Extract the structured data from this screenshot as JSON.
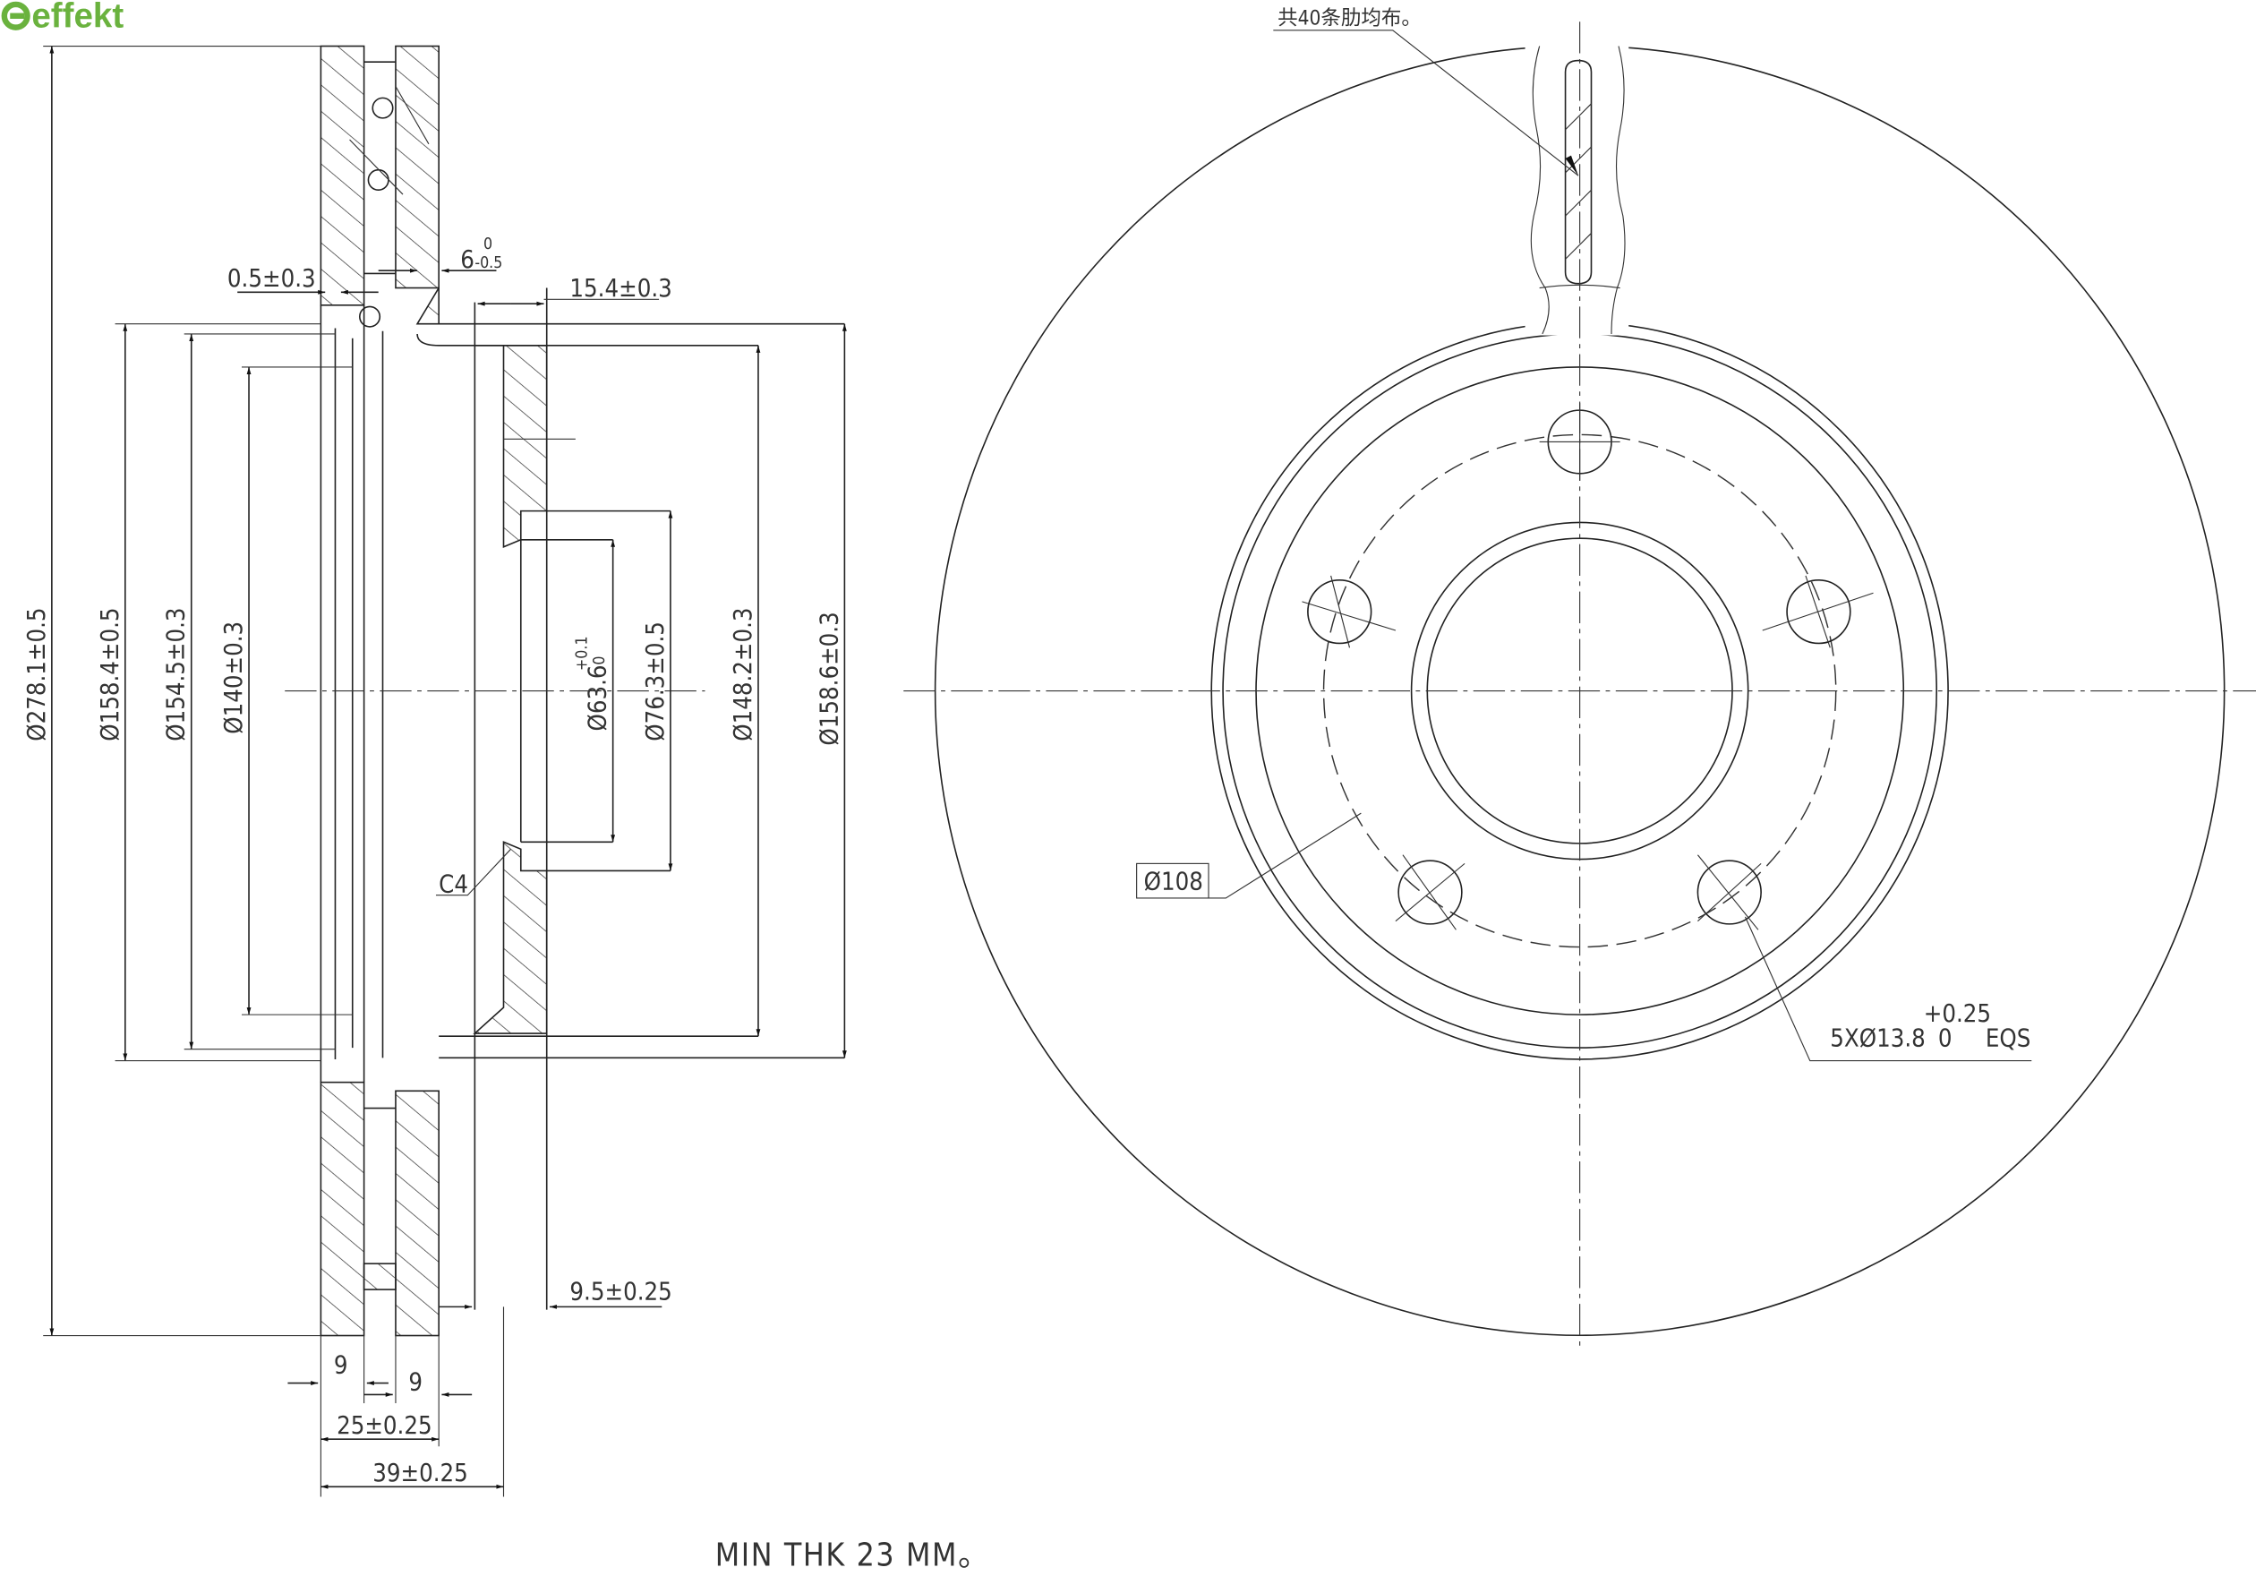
{
  "logo": {
    "text": "effekt",
    "color": "#6ab23e"
  },
  "section_view": {
    "diameters": {
      "d278": "Ø278.1±0.5",
      "d158_4": "Ø158.4±0.5",
      "d154_5": "Ø154.5±0.3",
      "d140": "Ø140±0.3",
      "d63_6": "Ø63.6",
      "d63_6_tol_upper": "+0.1",
      "d63_6_tol_lower": "0",
      "d76_3": "Ø76.3±0.5",
      "d148_2": "Ø148.2±0.3",
      "d158_6": "Ø158.6±0.3"
    },
    "lengths": {
      "offset_0_5": "0.5±0.3",
      "vane_6": "6",
      "vane_6_tol_upper": "0",
      "vane_6_tol_lower": "-0.5",
      "hat_15_4": "15.4±0.3",
      "hat_9_5": "9.5±0.25",
      "plate_left_9": "9",
      "plate_right_9": "9",
      "thickness_25": "25±0.25",
      "height_39": "39±0.25",
      "chamfer": "C4"
    }
  },
  "front_view": {
    "rib_note": "共40条肋均布。",
    "pcd": "Ø108",
    "holes": "5XØ13.8",
    "holes_tol_upper": "+0.25",
    "holes_tol_lower": "0",
    "holes_suffix": "EQS"
  },
  "note": "MIN THK 23 MM。"
}
